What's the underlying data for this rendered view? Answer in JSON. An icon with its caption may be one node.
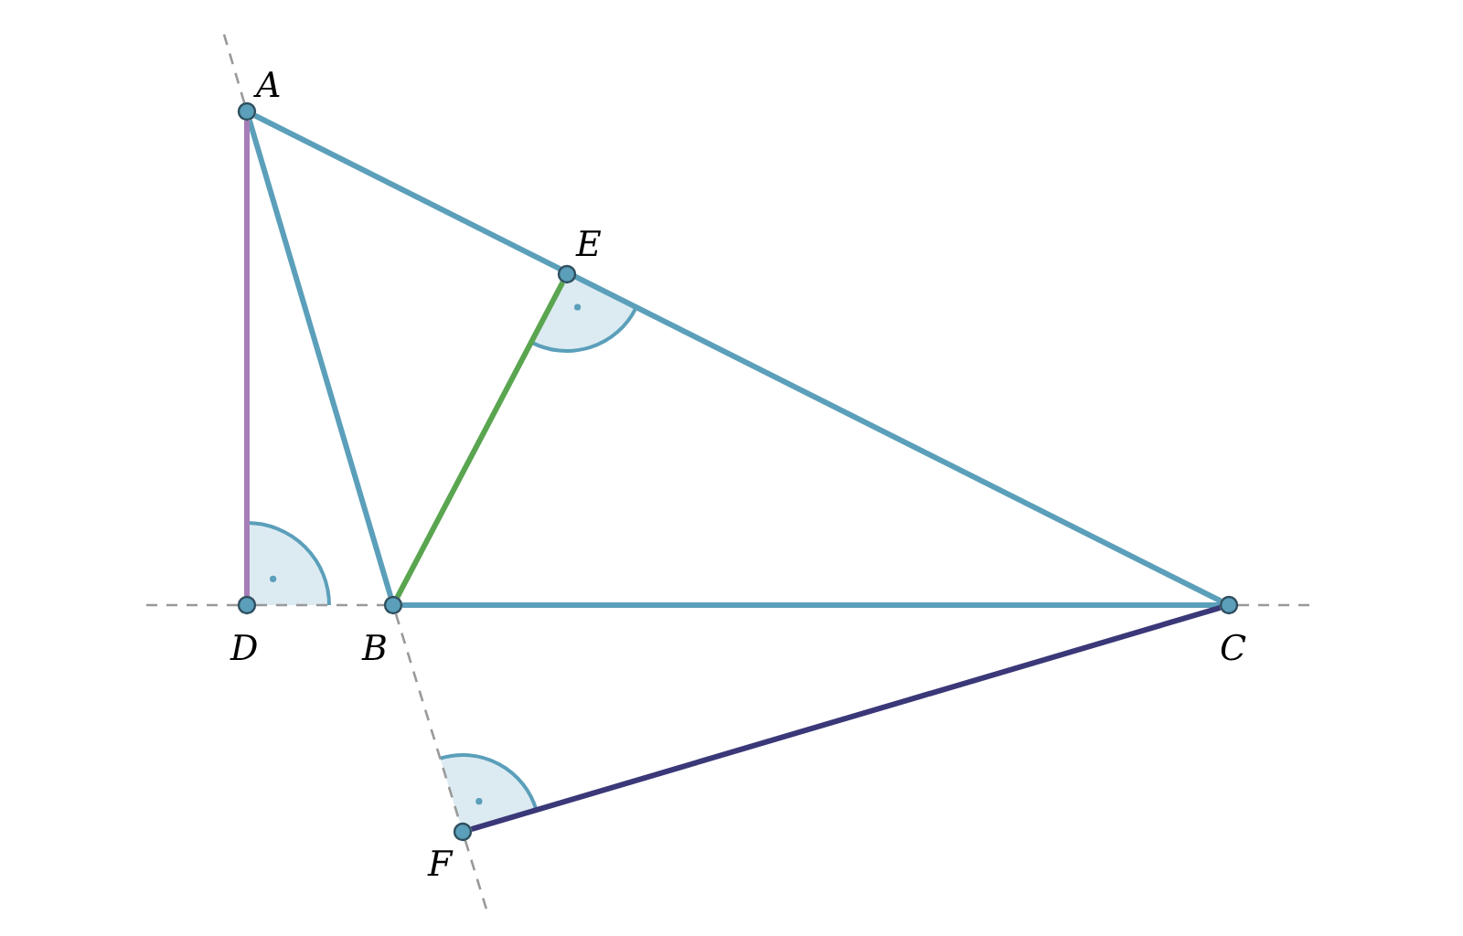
{
  "diagram": {
    "nodes": [
      {
        "text": [
          "A"
        ]
      },
      {
        "text": [
          "B"
        ]
      },
      {
        "text": [
          "C"
        ]
      },
      {
        "text": [
          "D"
        ]
      },
      {
        "text": [
          "E"
        ]
      },
      {
        "text": [
          "F"
        ]
      }
    ],
    "edges": [
      {
        "from": 0,
        "to": 1,
        "arrow": "none"
      },
      {
        "from": 0,
        "to": 2,
        "arrow": "none"
      },
      {
        "from": 1,
        "to": 2,
        "arrow": "none"
      },
      {
        "from": 0,
        "to": 3,
        "arrow": "none",
        "color": "#a67db8"
      },
      {
        "from": 1,
        "to": 4,
        "arrow": "none",
        "color": "#5aa550"
      },
      {
        "from": 2,
        "to": 5,
        "arrow": "none",
        "color": "#3a3878"
      },
      {
        "from": 3,
        "to": 1,
        "arrow": "none",
        "style": "dashed",
        "color": "#999999"
      },
      {
        "from": 1,
        "to": 5,
        "arrow": "none",
        "style": "dashed",
        "color": "#999999"
      }
    ]
  }
}
